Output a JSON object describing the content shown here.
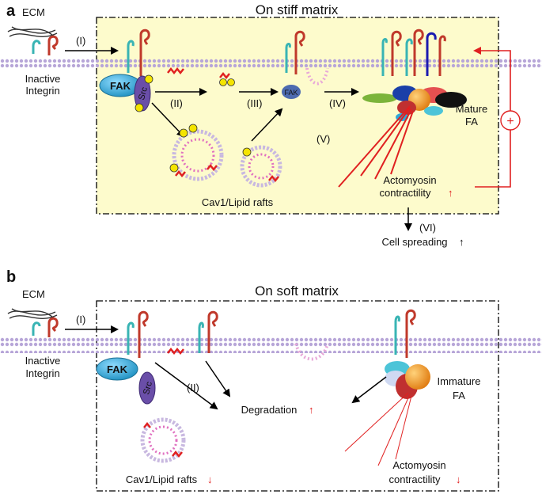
{
  "panel_a": {
    "letter": "a",
    "title": "On stiff matrix",
    "ecm_label": "ECM",
    "integrin_label_1": "Inactive",
    "integrin_label_2": "Integrin",
    "step_i": "(I)",
    "step_ii": "(II)",
    "step_iii": "(III)",
    "step_iv": "(IV)",
    "step_v": "(V)",
    "step_vi": "(VI)",
    "fak": "FAK",
    "src": "Src",
    "fak_small": "FAK",
    "lipid_rafts": "Cav1/Lipid rafts",
    "mature_1": "Mature",
    "mature_2": "FA",
    "actomyosin_1": "Actomyosin",
    "actomyosin_2": "contractility",
    "up_arrow": "↑",
    "cell_spreading": "Cell spreading",
    "feedback_sign": "+"
  },
  "panel_b": {
    "letter": "b",
    "title": "On soft matrix",
    "ecm_label": "ECM",
    "integrin_label_1": "Inactive",
    "integrin_label_2": "Integrin",
    "step_i": "(I)",
    "step_ii": "(II)",
    "fak": "FAK",
    "src": "Src",
    "degradation": "Degradation",
    "up_arrow": "↑",
    "down_arrow": "↓",
    "lipid_rafts": "Cav1/Lipid rafts",
    "immature_1": "Immature",
    "immature_2": "FA",
    "actomyosin_1": "Actomyosin",
    "actomyosin_2": "contractility"
  },
  "colors": {
    "stiff_bg": "#fdfbcc",
    "membrane": "#b7a6d8",
    "red": "#e02020",
    "fak": "#2fa8d8",
    "src": "#6a4ea8"
  }
}
